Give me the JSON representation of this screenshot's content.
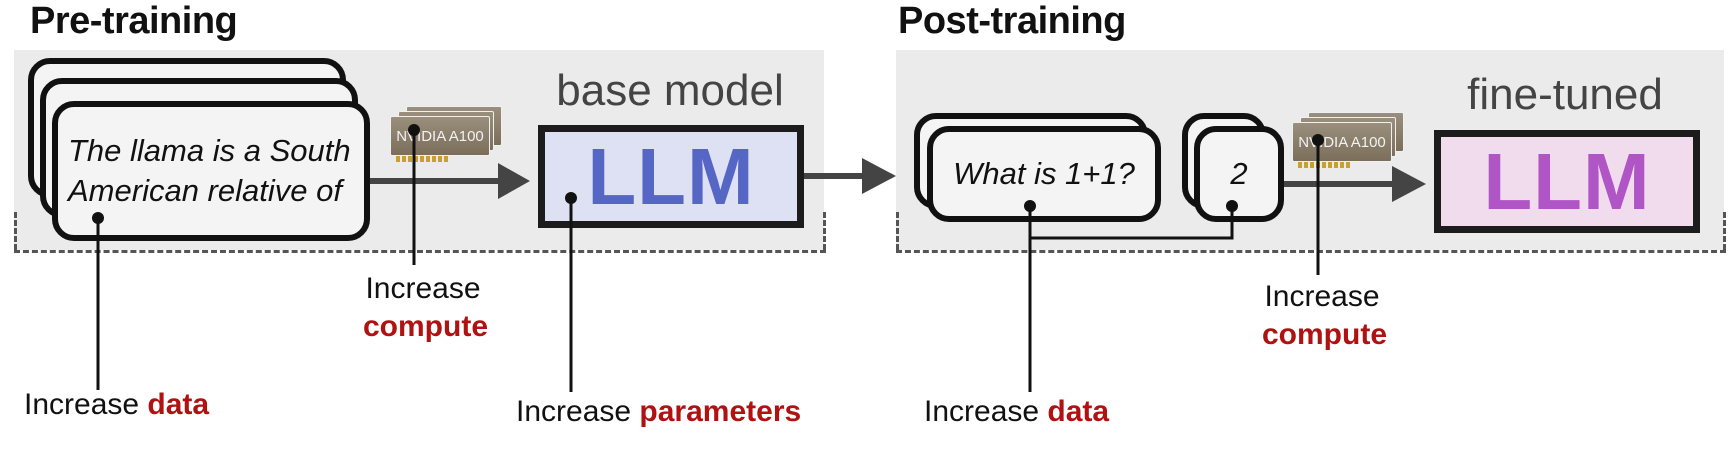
{
  "colors": {
    "accent": "#b01212",
    "base_llm_bg": "#dde1f3",
    "base_llm_text": "#5566c4",
    "finetuned_llm_bg": "#f1dcee",
    "finetuned_llm_text": "#b055c6"
  },
  "pretraining": {
    "heading": "Pre-training",
    "card_text_line1": "The llama is a South",
    "card_text_line2": "American relative of",
    "gpu_label": "NVIDIA A100",
    "model_title": "base model",
    "model_label": "LLM",
    "compute_label": {
      "prefix": "Increase",
      "emphasis": "compute"
    },
    "data_label": {
      "prefix": "Increase",
      "emphasis": "data"
    },
    "parameters_label": {
      "prefix": "Increase",
      "emphasis": "parameters"
    }
  },
  "posttraining": {
    "heading": "Post-training",
    "question_text": "What is 1+1?",
    "answer_text": "2",
    "gpu_label": "NVIDIA A100",
    "model_title": "fine-tuned",
    "model_label": "LLM",
    "compute_label": {
      "prefix": "Increase",
      "emphasis": "compute"
    },
    "data_label": {
      "prefix": "Increase",
      "emphasis": "data"
    }
  }
}
